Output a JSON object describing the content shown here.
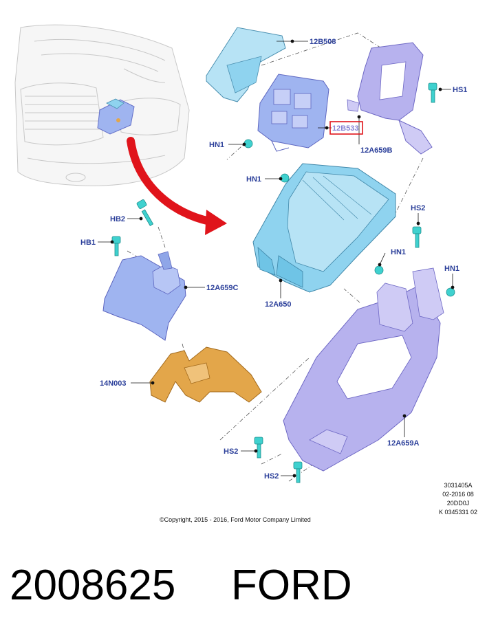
{
  "callouts": [
    {
      "id": "12B508",
      "text": "12B508"
    },
    {
      "id": "HS1-top",
      "text": "HS1"
    },
    {
      "id": "HN1-upper",
      "text": "HN1"
    },
    {
      "id": "12B533",
      "text": "12B533"
    },
    {
      "id": "12A659B",
      "text": "12A659B"
    },
    {
      "id": "HN1-mid",
      "text": "HN1"
    },
    {
      "id": "HB2",
      "text": "HB2"
    },
    {
      "id": "HB1",
      "text": "HB1"
    },
    {
      "id": "HS2-right",
      "text": "HS2"
    },
    {
      "id": "HN1-right-a",
      "text": "HN1"
    },
    {
      "id": "HN1-right-b",
      "text": "HN1"
    },
    {
      "id": "12A659C",
      "text": "12A659C"
    },
    {
      "id": "12A650",
      "text": "12A650"
    },
    {
      "id": "14N003",
      "text": "14N003"
    },
    {
      "id": "12A659A",
      "text": "12A659A"
    },
    {
      "id": "HS2-lower-a",
      "text": "HS2"
    },
    {
      "id": "HS2-lower-b",
      "text": "HS2"
    }
  ],
  "highlight": {
    "part": "12B533",
    "color": "#e0141b"
  },
  "drawing_info": [
    "3031405A",
    "02-2016 08",
    "20DD0J",
    "K 0345331 02"
  ],
  "copyright": "©Copyright, 2015 - 2016, Ford Motor Company Limited",
  "footer": {
    "part_number": "2008625",
    "brand": "FORD"
  },
  "colors": {
    "label": "#2b3f9a",
    "module": "#8fd3ef",
    "bracket": "#b7b2ee",
    "support": "#e3a64a",
    "fastener": "#3fd1cf",
    "arrow": "#e0141b"
  }
}
